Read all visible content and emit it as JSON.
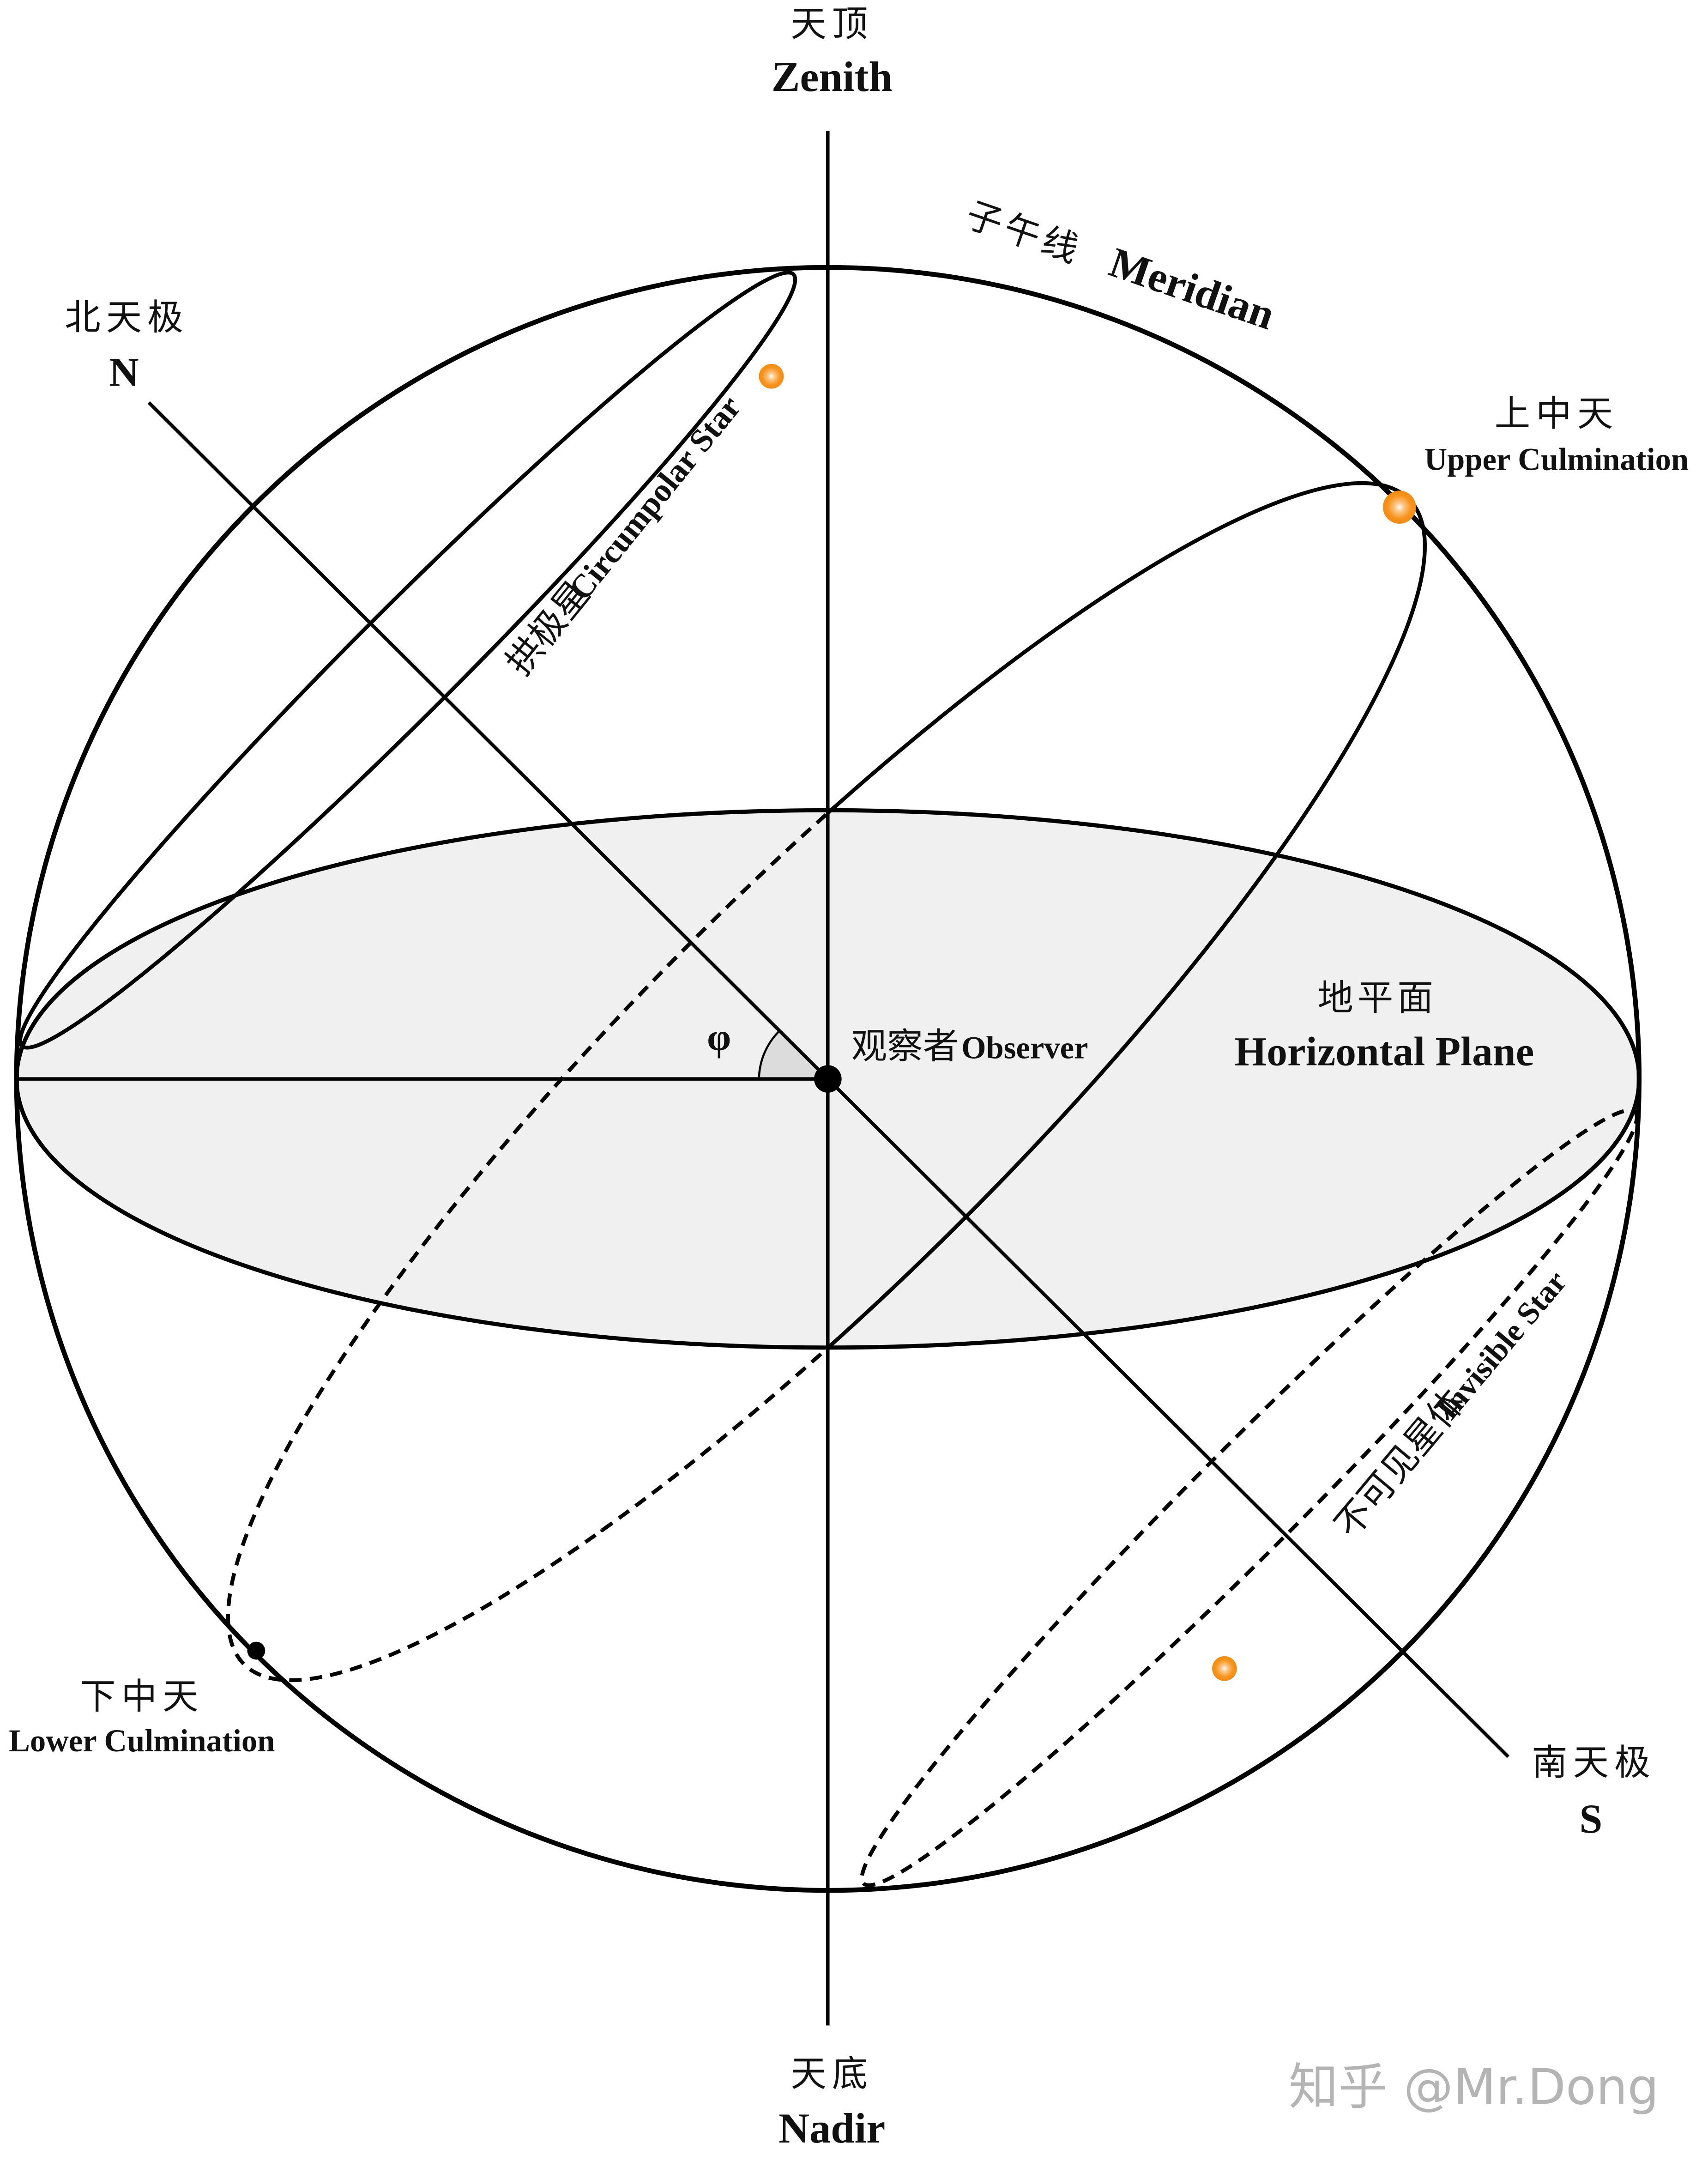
{
  "labels": {
    "zenith_cn": "天顶",
    "zenith_en": "Zenith",
    "nadir_cn": "天底",
    "nadir_en": "Nadir",
    "north_pole_cn": "北天极",
    "north_pole_en": "N",
    "south_pole_cn": "南天极",
    "south_pole_en": "S",
    "meridian_cn": "子午线",
    "meridian_en": "Meridian",
    "upper_culmination_cn": "上中天",
    "upper_culmination_en": "Upper Culmination",
    "lower_culmination_cn": "下中天",
    "lower_culmination_en": "Lower Culmination",
    "circumpolar_cn": "拱极星",
    "circumpolar_en": "Circumpolar Star",
    "horizontal_plane_cn": "地平面",
    "horizontal_plane_en": "Horizontal Plane",
    "observer_cn": "观察者",
    "observer_en": "Observer",
    "invisible_cn": "不可见星体",
    "invisible_en": "Invisible Star",
    "latitude_symbol": "φ"
  },
  "watermark": "知乎 @Mr.Dong",
  "colors": {
    "star": "#f7941d",
    "plane_fill": "#f0f0f0",
    "line": "#000000",
    "watermark": "#b4b4b4"
  }
}
